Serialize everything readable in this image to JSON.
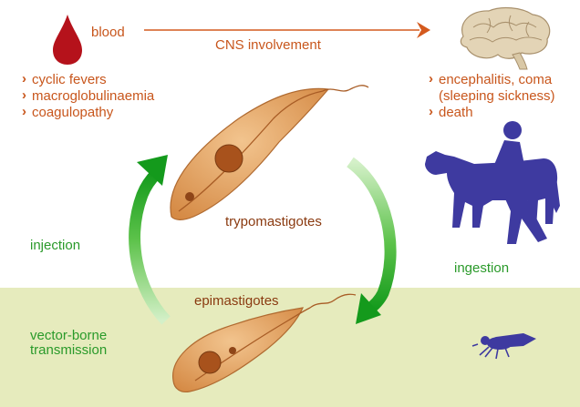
{
  "blood": {
    "label": "blood"
  },
  "cns": {
    "label": "CNS involvement"
  },
  "blood_symptoms": [
    "cyclic fevers",
    "macroglobulinaemia",
    "coagulopathy"
  ],
  "cns_symptoms": [
    {
      "line1": "encephalitis, coma",
      "line2": "(sleeping sickness)"
    },
    {
      "line1": "death",
      "line2": null
    }
  ],
  "stages": {
    "trypomastigotes": "trypomastigotes",
    "epimastigotes": "epimastigotes"
  },
  "routes": {
    "injection": "injection",
    "ingestion": "ingestion",
    "vector_line1": "vector-borne",
    "vector_line2": "transmission"
  },
  "icons": [
    "blood-drop-icon",
    "brain-icon",
    "cow-icon",
    "person-icon",
    "tsetse-fly-icon"
  ],
  "colors": {
    "orange_text": "#c8561c",
    "brown_text": "#8a3a10",
    "green": "#2a9a2a",
    "blood_red": "#b5121b",
    "silhouette_blue": "#3e3aa0",
    "vector_band": "#e6ebbd"
  }
}
